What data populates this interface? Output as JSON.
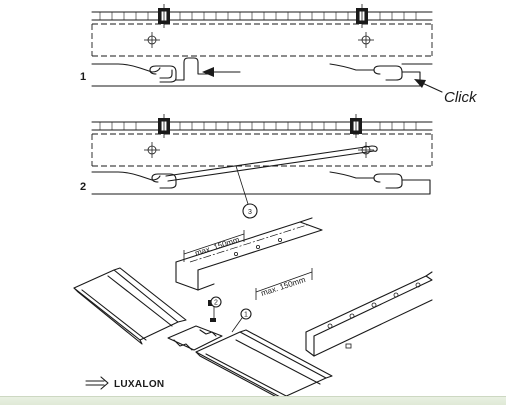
{
  "diagram": {
    "step_labels": [
      "1",
      "2"
    ],
    "callout_click": "Click",
    "callout_number_3": "3",
    "dimension_label_1": "max. 150mm",
    "dimension_label_2": "max. 150mm",
    "part_number_1": "1",
    "part_number_2": "2",
    "brand": "LUXALON"
  }
}
